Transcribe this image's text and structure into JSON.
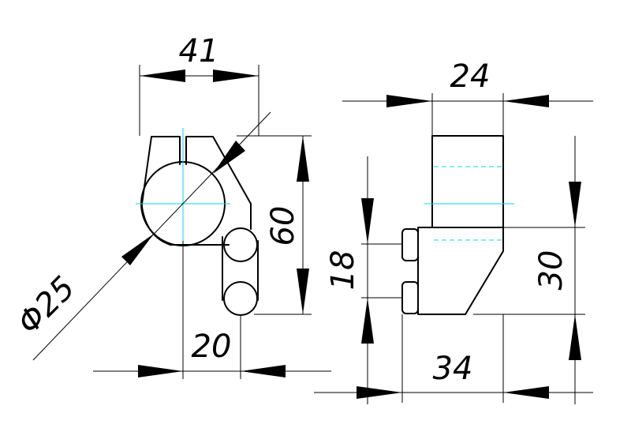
{
  "dimensions": {
    "front_width": "41",
    "front_height": "60",
    "diameter": "Φ25",
    "pin_offset": "20",
    "side_width": "24",
    "side_height": "30",
    "pin_spacing": "18",
    "side_depth": "34"
  },
  "colors": {
    "outline": "#000000",
    "centerline": "#00d8e8"
  }
}
